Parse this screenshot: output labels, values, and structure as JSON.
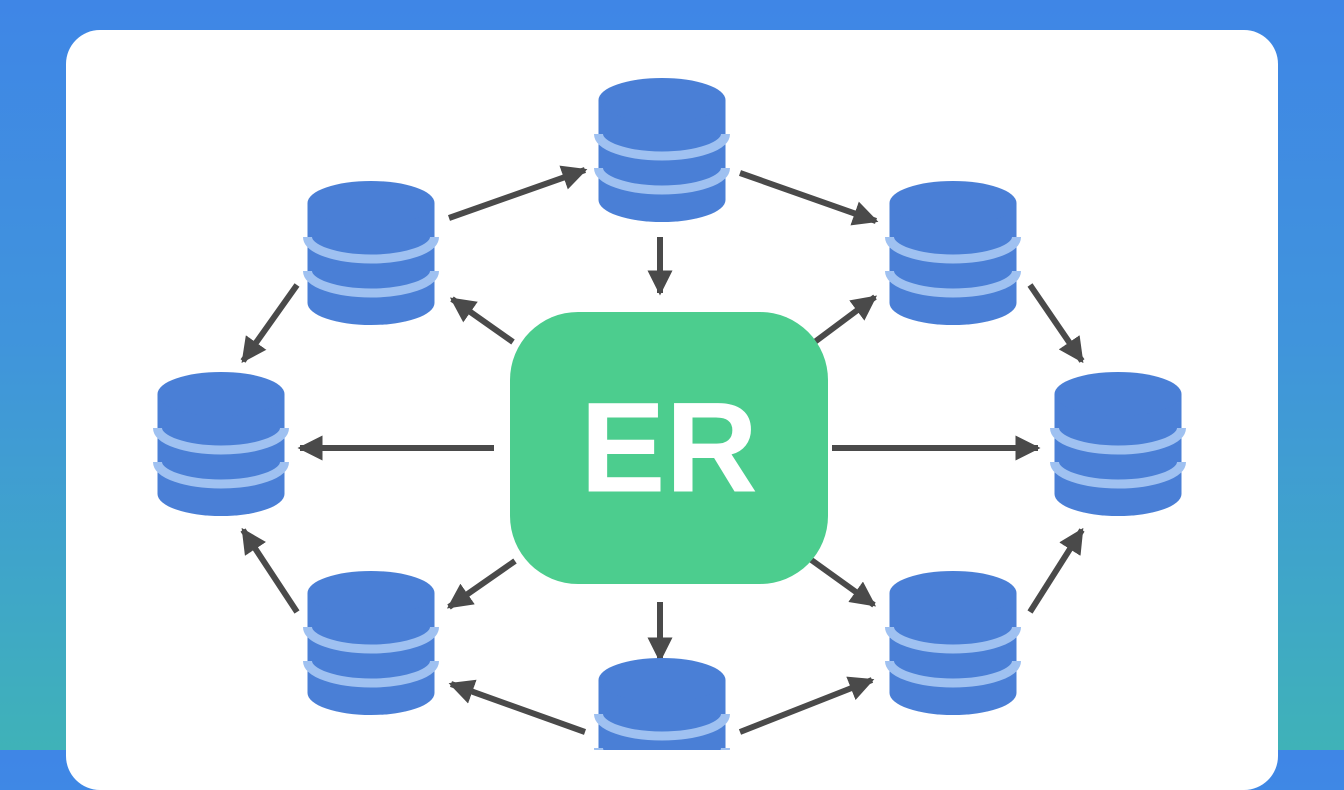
{
  "diagram": {
    "hub": {
      "label": "ER"
    },
    "colors": {
      "background_top": "#3f86e6",
      "background_bottom": "#3fb2b8",
      "card": "#ffffff",
      "hub_fill": "#4ccd8e",
      "hub_text": "#ffffff",
      "database_fill": "#4a7fd6",
      "database_band": "#9fc1f1",
      "arrow": "#4a4a4a"
    },
    "nodes": [
      {
        "id": "db-top",
        "icon": "database-icon"
      },
      {
        "id": "db-upper-left",
        "icon": "database-icon"
      },
      {
        "id": "db-upper-right",
        "icon": "database-icon"
      },
      {
        "id": "db-left",
        "icon": "database-icon"
      },
      {
        "id": "db-right",
        "icon": "database-icon"
      },
      {
        "id": "db-lower-left",
        "icon": "database-icon"
      },
      {
        "id": "db-lower-right",
        "icon": "database-icon"
      },
      {
        "id": "db-bottom",
        "icon": "database-icon"
      }
    ],
    "edges": [
      {
        "from": "db-upper-left",
        "to": "db-top"
      },
      {
        "from": "db-top",
        "to": "db-upper-right"
      },
      {
        "from": "db-top",
        "to": "hub"
      },
      {
        "from": "hub",
        "to": "db-upper-left"
      },
      {
        "from": "hub",
        "to": "db-upper-right"
      },
      {
        "from": "db-upper-left",
        "to": "db-left"
      },
      {
        "from": "db-upper-right",
        "to": "db-right"
      },
      {
        "from": "hub",
        "to": "db-left"
      },
      {
        "from": "hub",
        "to": "db-right"
      },
      {
        "from": "db-lower-left",
        "to": "db-left"
      },
      {
        "from": "db-lower-right",
        "to": "db-right"
      },
      {
        "from": "hub",
        "to": "db-lower-left"
      },
      {
        "from": "hub",
        "to": "db-lower-right"
      },
      {
        "from": "hub",
        "to": "db-bottom"
      },
      {
        "from": "db-bottom",
        "to": "db-lower-left"
      },
      {
        "from": "db-bottom",
        "to": "db-lower-right"
      }
    ]
  }
}
